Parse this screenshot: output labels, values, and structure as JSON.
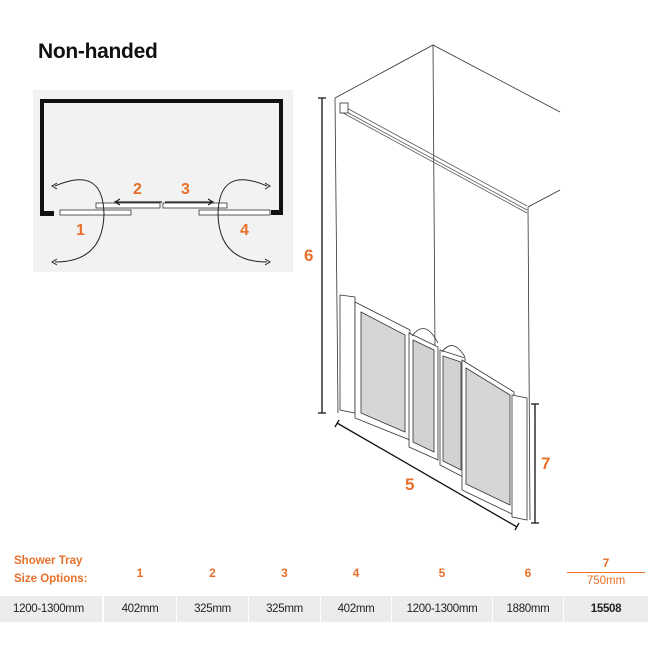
{
  "title": "Non-handed",
  "plan_labels": [
    "1",
    "2",
    "3",
    "4"
  ],
  "dim_labels": {
    "height": "6",
    "width": "5",
    "tray_height": "7"
  },
  "table": {
    "header_label_line1": "Shower Tray",
    "header_label_line2": "Size Options:",
    "columns": [
      "1",
      "2",
      "3",
      "4",
      "5",
      "6",
      "7"
    ],
    "col7_sub": "750mm",
    "row": [
      "1200-1300mm",
      "402mm",
      "325mm",
      "325mm",
      "402mm",
      "1200-1300mm",
      "1880mm",
      "15508"
    ]
  },
  "colors": {
    "accent": "#e8702a"
  }
}
